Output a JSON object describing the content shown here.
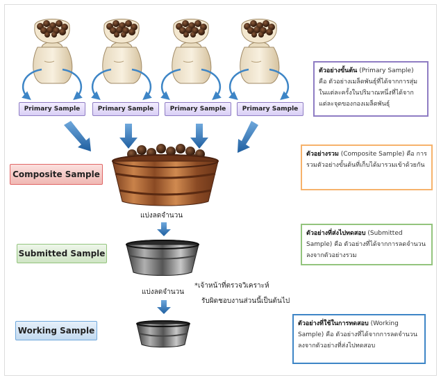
{
  "primary_sample_label": "Primary Sample",
  "stages": {
    "composite": "Composite Sample",
    "submitted": "Submitted Sample",
    "working": "Working Sample"
  },
  "reduce_label_1": "แบ่งลดจำนวน",
  "reduce_label_2": "แบ่งลดจำนวน",
  "officer_note_line1": "*เจ้าหน้าที่ตรวจวิเคราะห์",
  "officer_note_line2": "รับผิดชอบงานส่วนนี้เป็นต้นไป",
  "notes": {
    "primary_title": "ตัวอย่างขั้นต้น",
    "primary_body": "(Primary Sample) คือ ตัวอย่างเมล็ดพันธุ์ที่ได้จากการสุ่มในแต่ละครั้งในปริมาณหนึ่งที่ได้จากแต่ละจุดของกองเมล็ดพันธุ์",
    "composite_title": "ตัวอย่างรวม",
    "composite_body": "(Composite Sample) คือ การรวมตัวอย่างขั้นต้นที่เก็บได้มารวมเข้าด้วยกัน",
    "submitted_title": "ตัวอย่างที่ส่งไปทดสอบ",
    "submitted_body": "(Submitted Sample) คือ ตัวอย่างที่ได้จากการลดจำนวนลงจากตัวอย่างรวม",
    "working_title": "ตัวอย่างที่ใช้ในการทดสอบ",
    "working_body": "(Working Sample) คือ ตัวอย่างที่ได้จากการลดจำนวนลงจากตัวอย่างที่ส่งไปทดสอบ"
  },
  "colors": {
    "primary_border": "#8e7cc3",
    "composite_bg": "#f4c7c3",
    "composite_border": "#e06666",
    "submitted_bg": "#d9ead3",
    "submitted_border": "#93c47d",
    "working_bg": "#cfe2f3",
    "working_border": "#6fa8dc",
    "note_primary": "#8e7cc3",
    "note_composite": "#f6b26b",
    "note_submitted": "#93c47d",
    "note_working": "#3d85c6",
    "arrow_blue": "#3d85c6"
  }
}
